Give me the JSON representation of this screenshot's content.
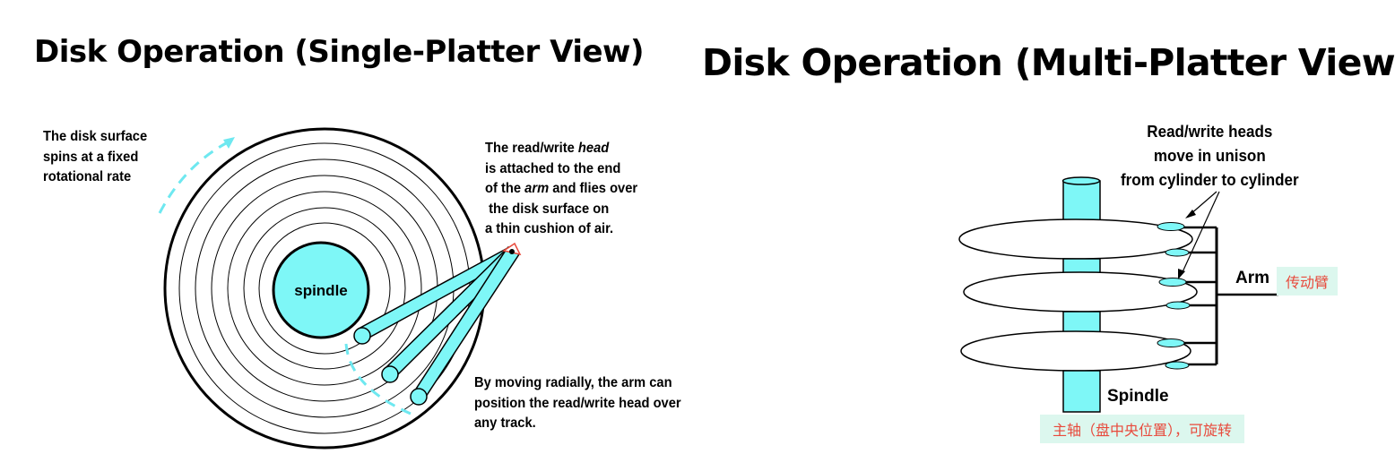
{
  "left": {
    "title": "Disk Operation (Single-Platter View)",
    "spin_note": "The disk surface\nspins at a fixed\nrotational rate",
    "head_note_parts": [
      "The read/write ",
      "head",
      "\nis attached to the end\nof the ",
      "arm",
      " and flies over\n the disk surface on\na thin cushion of air."
    ],
    "move_note": "By moving radially, the arm can\nposition the read/write head over\nany track.",
    "spindle_label": "spindle"
  },
  "right": {
    "title": "Disk Operation (Multi-Platter View)",
    "heads_note": "Read/write heads\nmove in unison\nfrom cylinder to cylinder",
    "arm_label": "Arm",
    "arm_tag": "传动臂",
    "spindle_label": "Spindle",
    "spindle_tag": "主轴（盘中央位置），可旋转"
  },
  "colors": {
    "cyan": "#7ef7f7",
    "dashed_arrow": "#6ee8f0",
    "tag_bg": "#dcf7ee",
    "tag_text": "#e84a3c"
  }
}
